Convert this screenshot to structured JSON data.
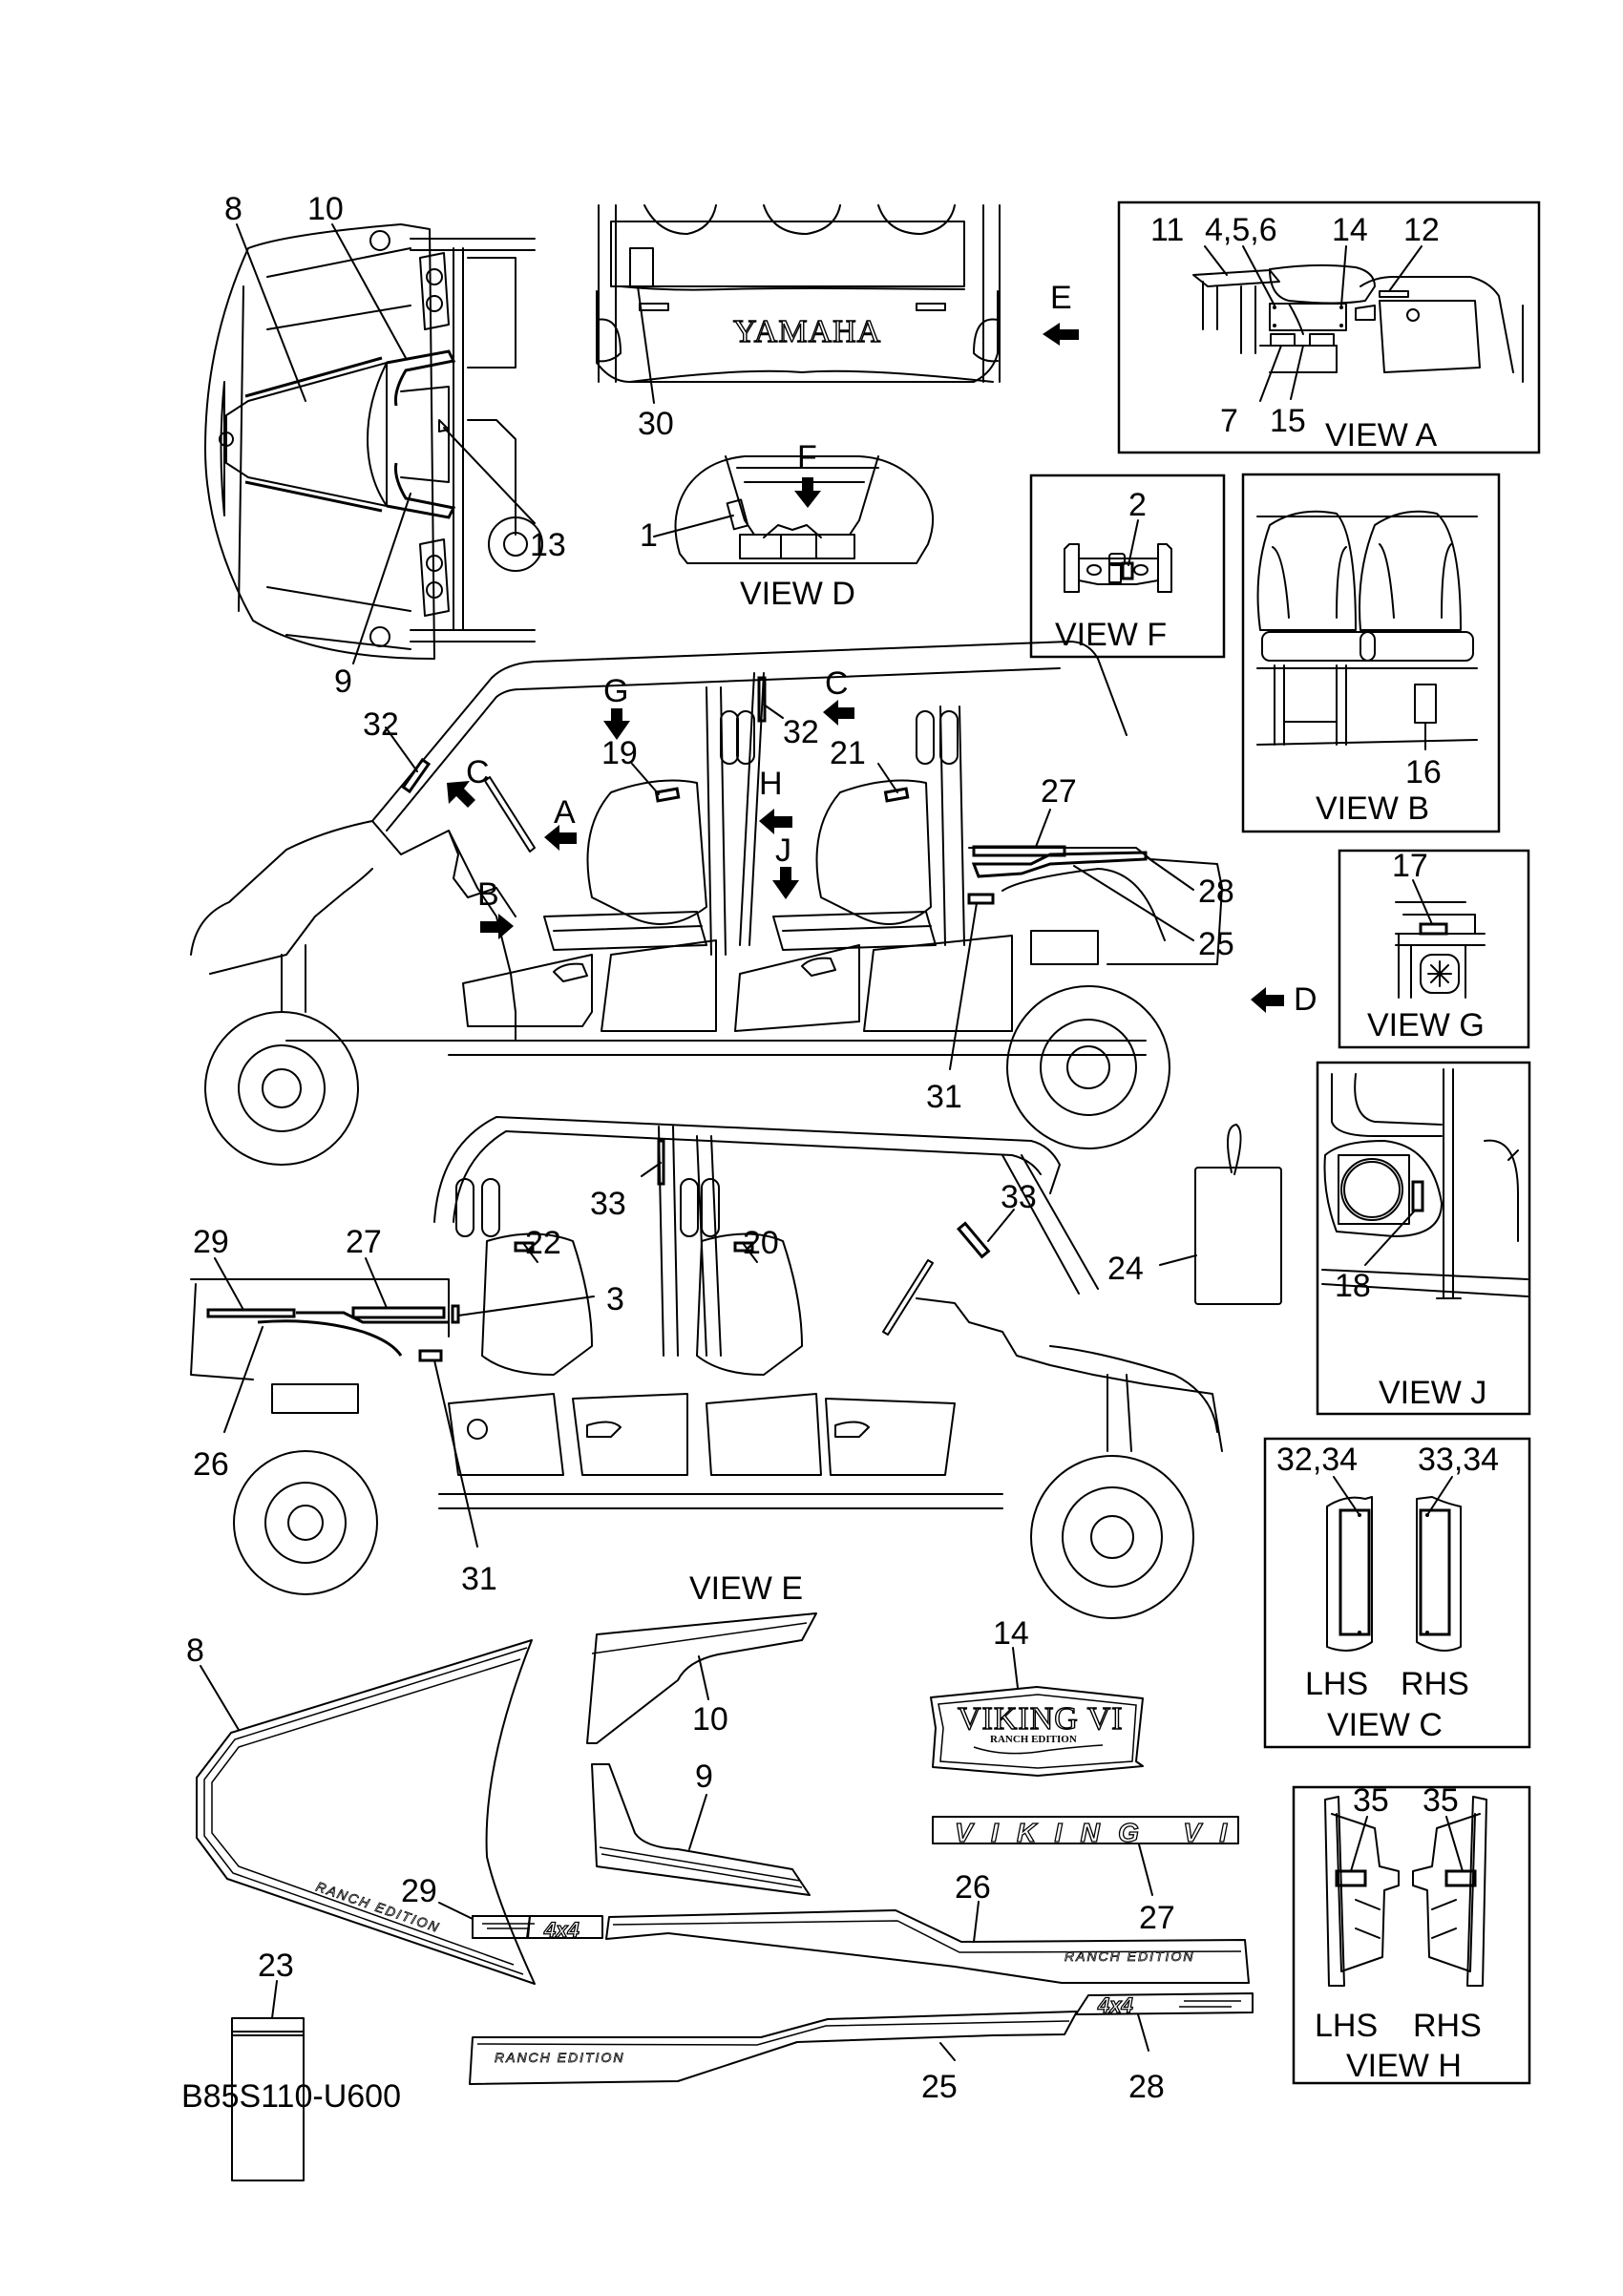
{
  "diagram": {
    "title": "VIKING VI Ranch Edition - Graphics / Emblem & Label",
    "drawing_code": "B85S110-U600",
    "brand_text": "YAMAHA",
    "emblem_14": {
      "main": "VIKING VI",
      "sub": "RANCH EDITION"
    },
    "decal_27_text": "VIKING VI",
    "decal_4x4_text": "4x4",
    "ranch_edition_text": "RANCH EDITION",
    "top_view": {
      "callouts": [
        "8",
        "10",
        "13",
        "9"
      ]
    },
    "rear_view": {
      "callouts": [
        "30"
      ],
      "arrow": "E"
    },
    "view_d": {
      "title": "VIEW D",
      "callouts": [
        "1"
      ],
      "arrow": "F"
    },
    "view_a": {
      "title": "VIEW A",
      "callouts": [
        "11",
        "4,5,6",
        "14",
        "12",
        "7",
        "15"
      ]
    },
    "view_f": {
      "title": "VIEW F",
      "callouts": [
        "2"
      ]
    },
    "view_b": {
      "title": "VIEW B",
      "callouts": [
        "16"
      ]
    },
    "view_g": {
      "title": "VIEW G",
      "callouts": [
        "17"
      ]
    },
    "view_j": {
      "title": "VIEW J",
      "callouts": [
        "18"
      ]
    },
    "view_c": {
      "title": "VIEW C",
      "callouts": [
        "32,34",
        "33,34"
      ],
      "sides": [
        "LHS",
        "RHS"
      ]
    },
    "view_h": {
      "title": "VIEW H",
      "callouts": [
        "35",
        "35"
      ],
      "sides": [
        "LHS",
        "RHS"
      ]
    },
    "side_left": {
      "callouts": [
        "32",
        "32",
        "19",
        "21",
        "27",
        "28",
        "25",
        "31"
      ],
      "arrows": [
        "G",
        "C",
        "C",
        "A",
        "H",
        "B",
        "J",
        "D"
      ]
    },
    "side_right": {
      "title": "VIEW E",
      "callouts": [
        "33",
        "33",
        "29",
        "27",
        "22",
        "20",
        "3",
        "24",
        "26",
        "31"
      ]
    },
    "decals": {
      "callouts": [
        "8",
        "10",
        "9",
        "14",
        "27",
        "29",
        "26",
        "23",
        "25",
        "28"
      ]
    }
  }
}
